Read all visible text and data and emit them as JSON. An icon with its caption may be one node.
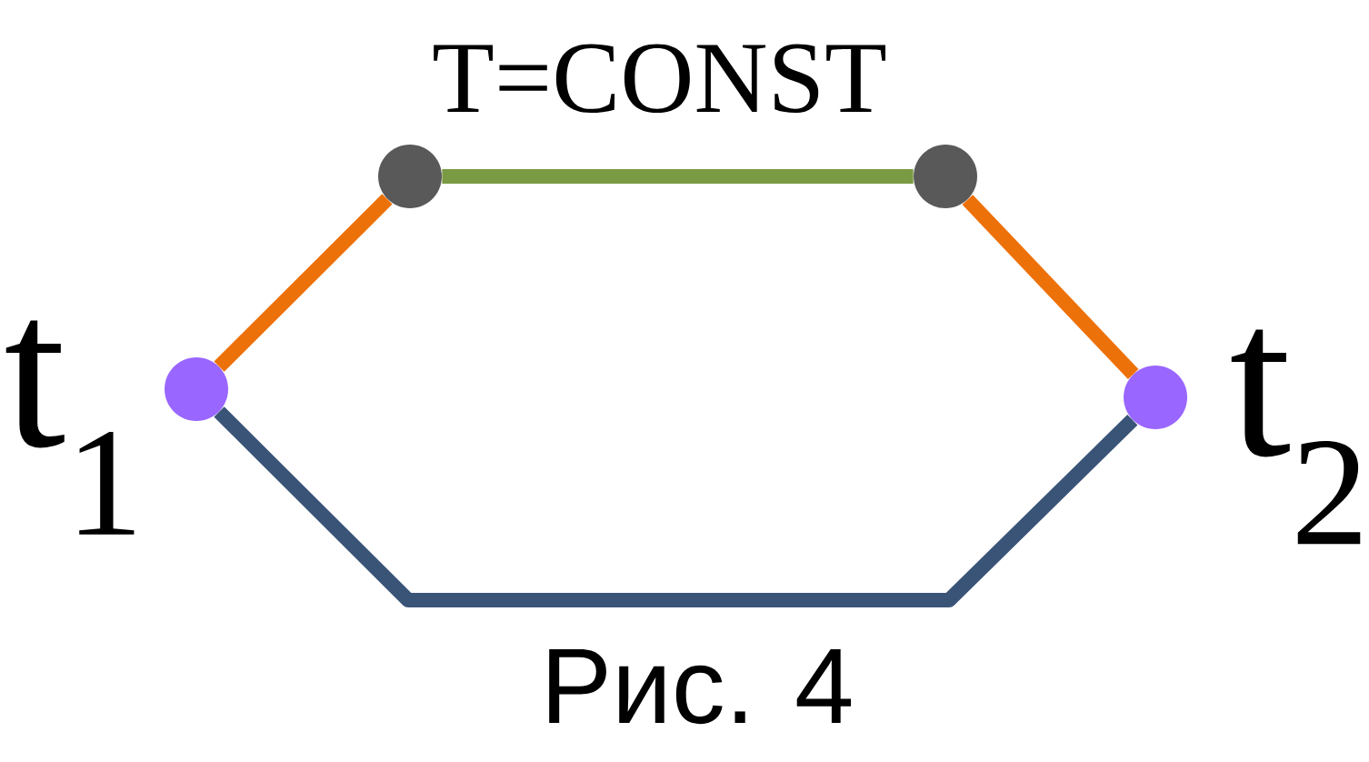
{
  "diagram": {
    "caption": "Рис. 4",
    "nodes": [
      {
        "text": [],
        "shape": "circle",
        "beside": [
          "t$_{1}$"
        ]
      },
      {
        "text": [],
        "shape": "circle"
      },
      {
        "text": [],
        "shape": "circle"
      },
      {
        "text": [],
        "shape": "circle",
        "beside": [
          "t$_{2}$"
        ]
      }
    ],
    "edges": [
      {
        "from": 0,
        "to": 1,
        "arrow": "none",
        "color": "#ed7109"
      },
      {
        "from": 1,
        "to": 2,
        "arrow": "none",
        "color": "#7a9a43",
        "label": "T=CONST"
      },
      {
        "from": 2,
        "to": 3,
        "arrow": "none",
        "color": "#ed7109"
      },
      {
        "from": 0,
        "to": 3,
        "arrow": "none",
        "color": "#3a5478"
      }
    ]
  }
}
